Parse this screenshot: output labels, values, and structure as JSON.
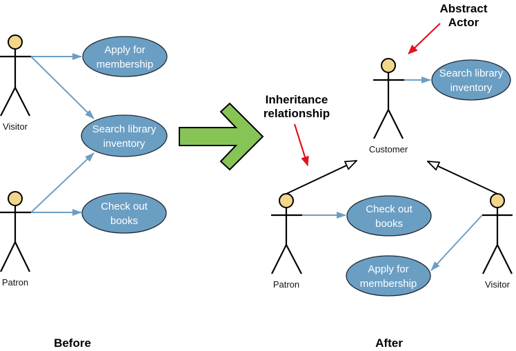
{
  "colors": {
    "usecase_fill": "#6b9ec3",
    "actor_head": "#f2d68a",
    "association": "#6b9ec3",
    "transform_arrow": "#86c456",
    "callout_arrow": "#e3121f"
  },
  "before": {
    "title": "Before",
    "actors": [
      {
        "id": "visitor",
        "label": "Visitor"
      },
      {
        "id": "patron",
        "label": "Patron"
      }
    ],
    "use_cases": [
      {
        "id": "apply",
        "lines": [
          "Apply for",
          "membership"
        ]
      },
      {
        "id": "search",
        "lines": [
          "Search library",
          "inventory"
        ]
      },
      {
        "id": "checkout",
        "lines": [
          "Check out",
          "books"
        ]
      }
    ],
    "associations": [
      {
        "from": "visitor",
        "to": "apply"
      },
      {
        "from": "visitor",
        "to": "search"
      },
      {
        "from": "patron",
        "to": "search"
      },
      {
        "from": "patron",
        "to": "checkout"
      }
    ]
  },
  "transform_arrow": {
    "icon": "right-arrow-icon"
  },
  "after": {
    "title": "After",
    "actors": [
      {
        "id": "customer",
        "label": "Customer",
        "abstract": true
      },
      {
        "id": "patron",
        "label": "Patron"
      },
      {
        "id": "visitor",
        "label": "Visitor"
      }
    ],
    "use_cases": [
      {
        "id": "search",
        "lines": [
          "Search library",
          "inventory"
        ]
      },
      {
        "id": "checkout",
        "lines": [
          "Check out",
          "books"
        ]
      },
      {
        "id": "apply",
        "lines": [
          "Apply for",
          "membership"
        ]
      }
    ],
    "associations": [
      {
        "from": "customer",
        "to": "search"
      },
      {
        "from": "patron",
        "to": "checkout"
      },
      {
        "from": "visitor",
        "to": "apply"
      }
    ],
    "generalizations": [
      {
        "child": "patron",
        "parent": "customer"
      },
      {
        "child": "visitor",
        "parent": "customer"
      }
    ]
  },
  "callouts": {
    "abstract_actor": [
      "Abstract",
      "Actor"
    ],
    "inheritance": [
      "Inheritance",
      "relationship"
    ]
  }
}
